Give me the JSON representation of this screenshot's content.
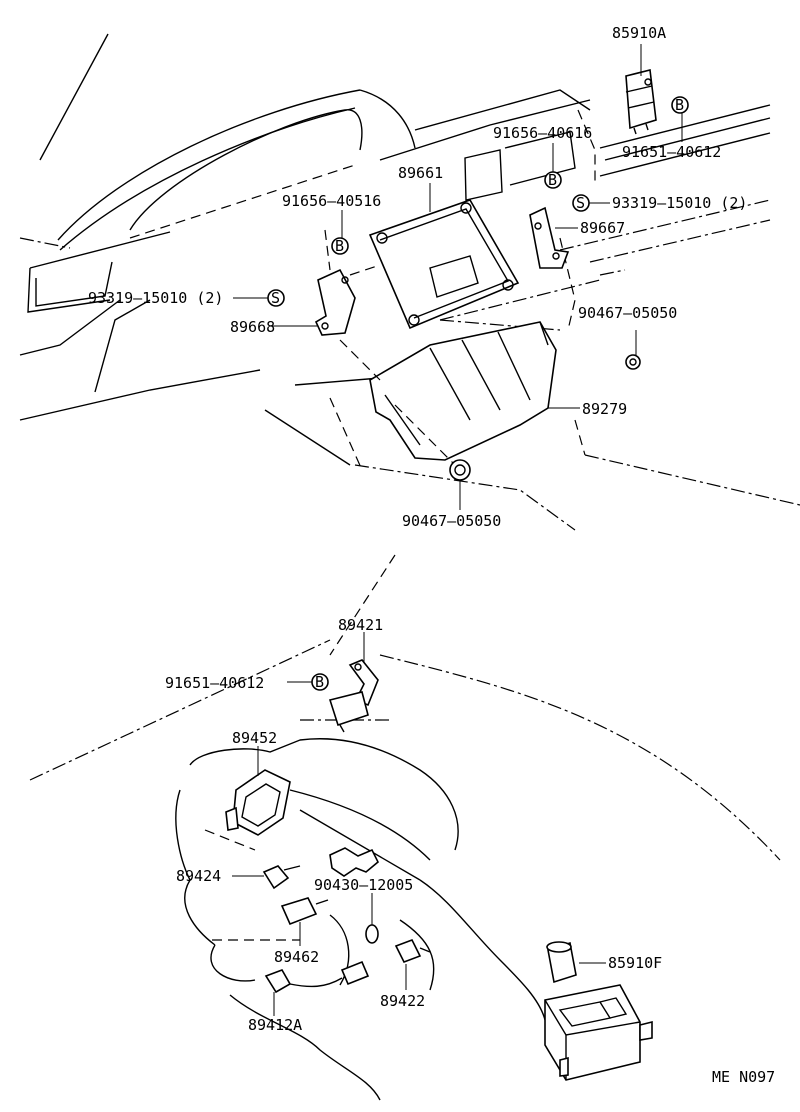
{
  "callouts": [
    {
      "key": "c85910A",
      "text": "85910A"
    },
    {
      "key": "c91651a",
      "text": "91651–40612"
    },
    {
      "key": "c91656a",
      "text": "91656–40616"
    },
    {
      "key": "c89661",
      "text": "89661"
    },
    {
      "key": "c93319a",
      "text": "93319–15010 (2)"
    },
    {
      "key": "c91656b",
      "text": "91656–40516"
    },
    {
      "key": "c89667",
      "text": "89667"
    },
    {
      "key": "c93319b",
      "text": "93319–15010 (2)"
    },
    {
      "key": "c90467a",
      "text": "90467–05050"
    },
    {
      "key": "c89668",
      "text": "89668"
    },
    {
      "key": "c89279",
      "text": "89279"
    },
    {
      "key": "c90467b",
      "text": "90467–05050"
    },
    {
      "key": "c89421",
      "text": "89421"
    },
    {
      "key": "c91651b",
      "text": "91651–40612"
    },
    {
      "key": "c89452",
      "text": "89452"
    },
    {
      "key": "c89424",
      "text": "89424"
    },
    {
      "key": "c90430",
      "text": "90430–12005"
    },
    {
      "key": "c89462",
      "text": "89462"
    },
    {
      "key": "c85910F",
      "text": "85910F"
    },
    {
      "key": "c89422",
      "text": "89422"
    },
    {
      "key": "c89412A",
      "text": "89412A"
    }
  ],
  "symbols": {
    "bolt": "B",
    "screw": "S"
  },
  "footer_code": "ME  N097"
}
